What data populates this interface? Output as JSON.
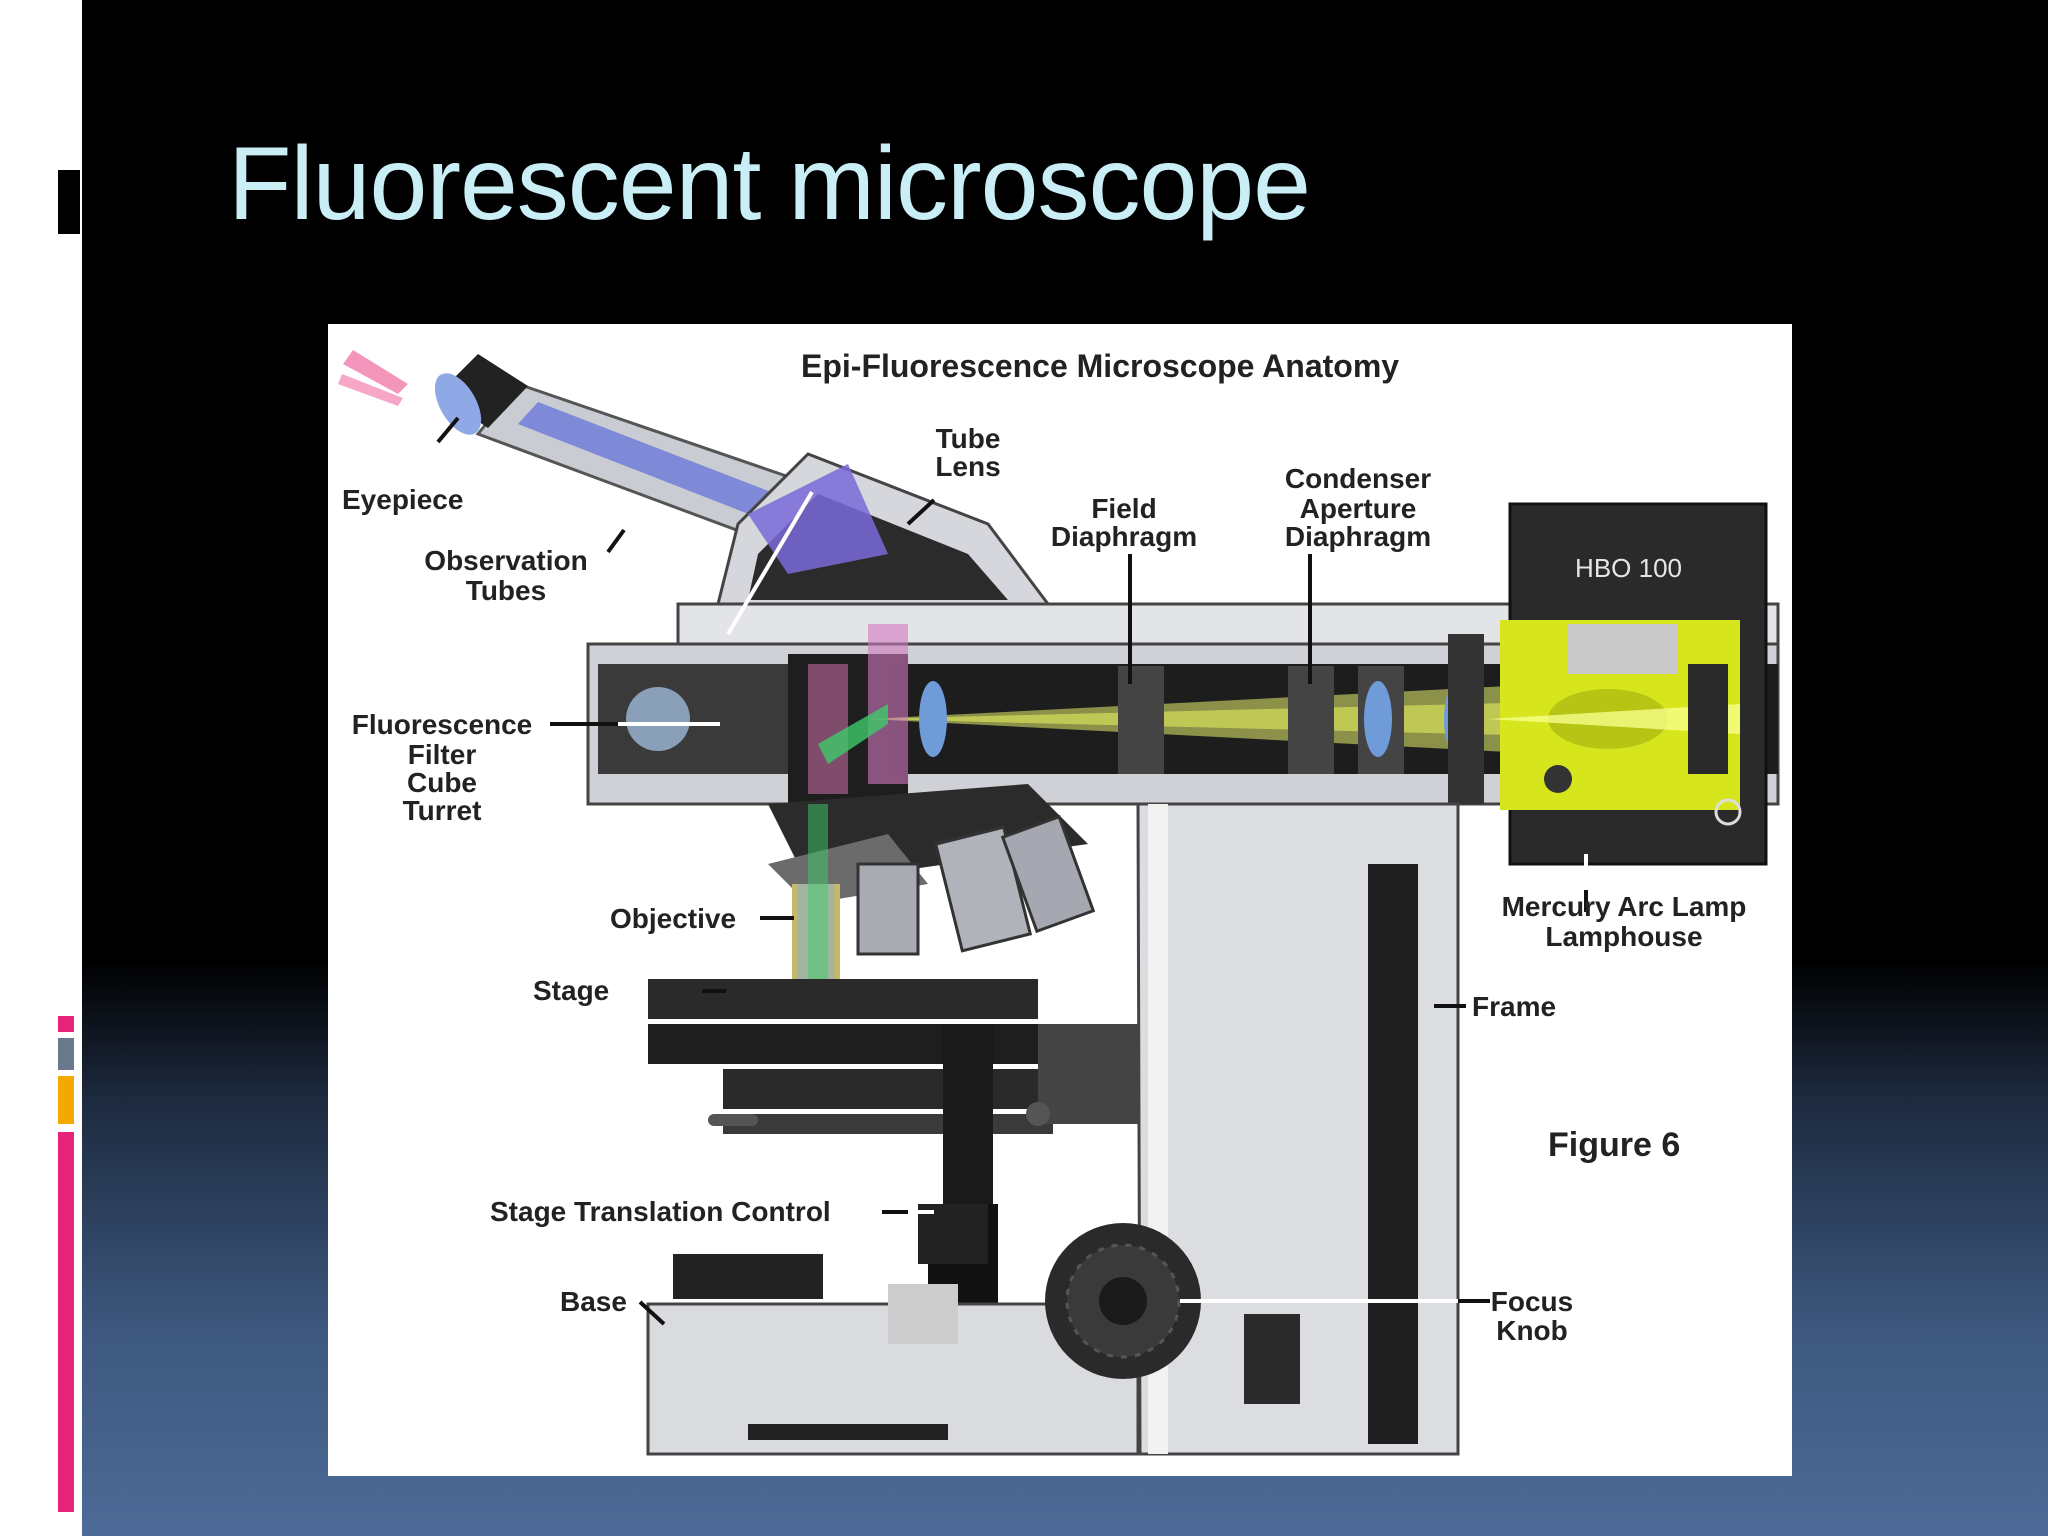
{
  "slide": {
    "title": "Fluorescent microscope"
  },
  "figure": {
    "title": "Epi-Fluorescence Microscope Anatomy",
    "figure_label": "Figure 6",
    "lamp_label": "HBO 100",
    "labels": {
      "eyepiece": "Eyepiece",
      "observation_tubes": [
        "Observation",
        "Tubes"
      ],
      "tube_lens": [
        "Tube",
        "Lens"
      ],
      "field_diaphragm": [
        "Field",
        "Diaphragm"
      ],
      "condenser_aperture_diaphragm": [
        "Condenser",
        "Aperture",
        "Diaphragm"
      ],
      "fluorescence_filter_cube_turret": [
        "Fluorescence",
        "Filter",
        "Cube",
        "Turret"
      ],
      "objective": "Objective",
      "stage": "Stage",
      "mercury_arc_lamp_lamphouse": [
        "Mercury Arc Lamp",
        "Lamphouse"
      ],
      "frame": "Frame",
      "stage_translation_control": "Stage Translation Control",
      "base": "Base",
      "focus_knob": [
        "Focus",
        "Knob"
      ]
    }
  },
  "colors": {
    "title": "#c9eef6",
    "accent_magenta": "#e8247a",
    "accent_orange": "#f5a800",
    "accent_slate": "#6a7a8c",
    "lamp_yellow": "#d7e51c"
  }
}
